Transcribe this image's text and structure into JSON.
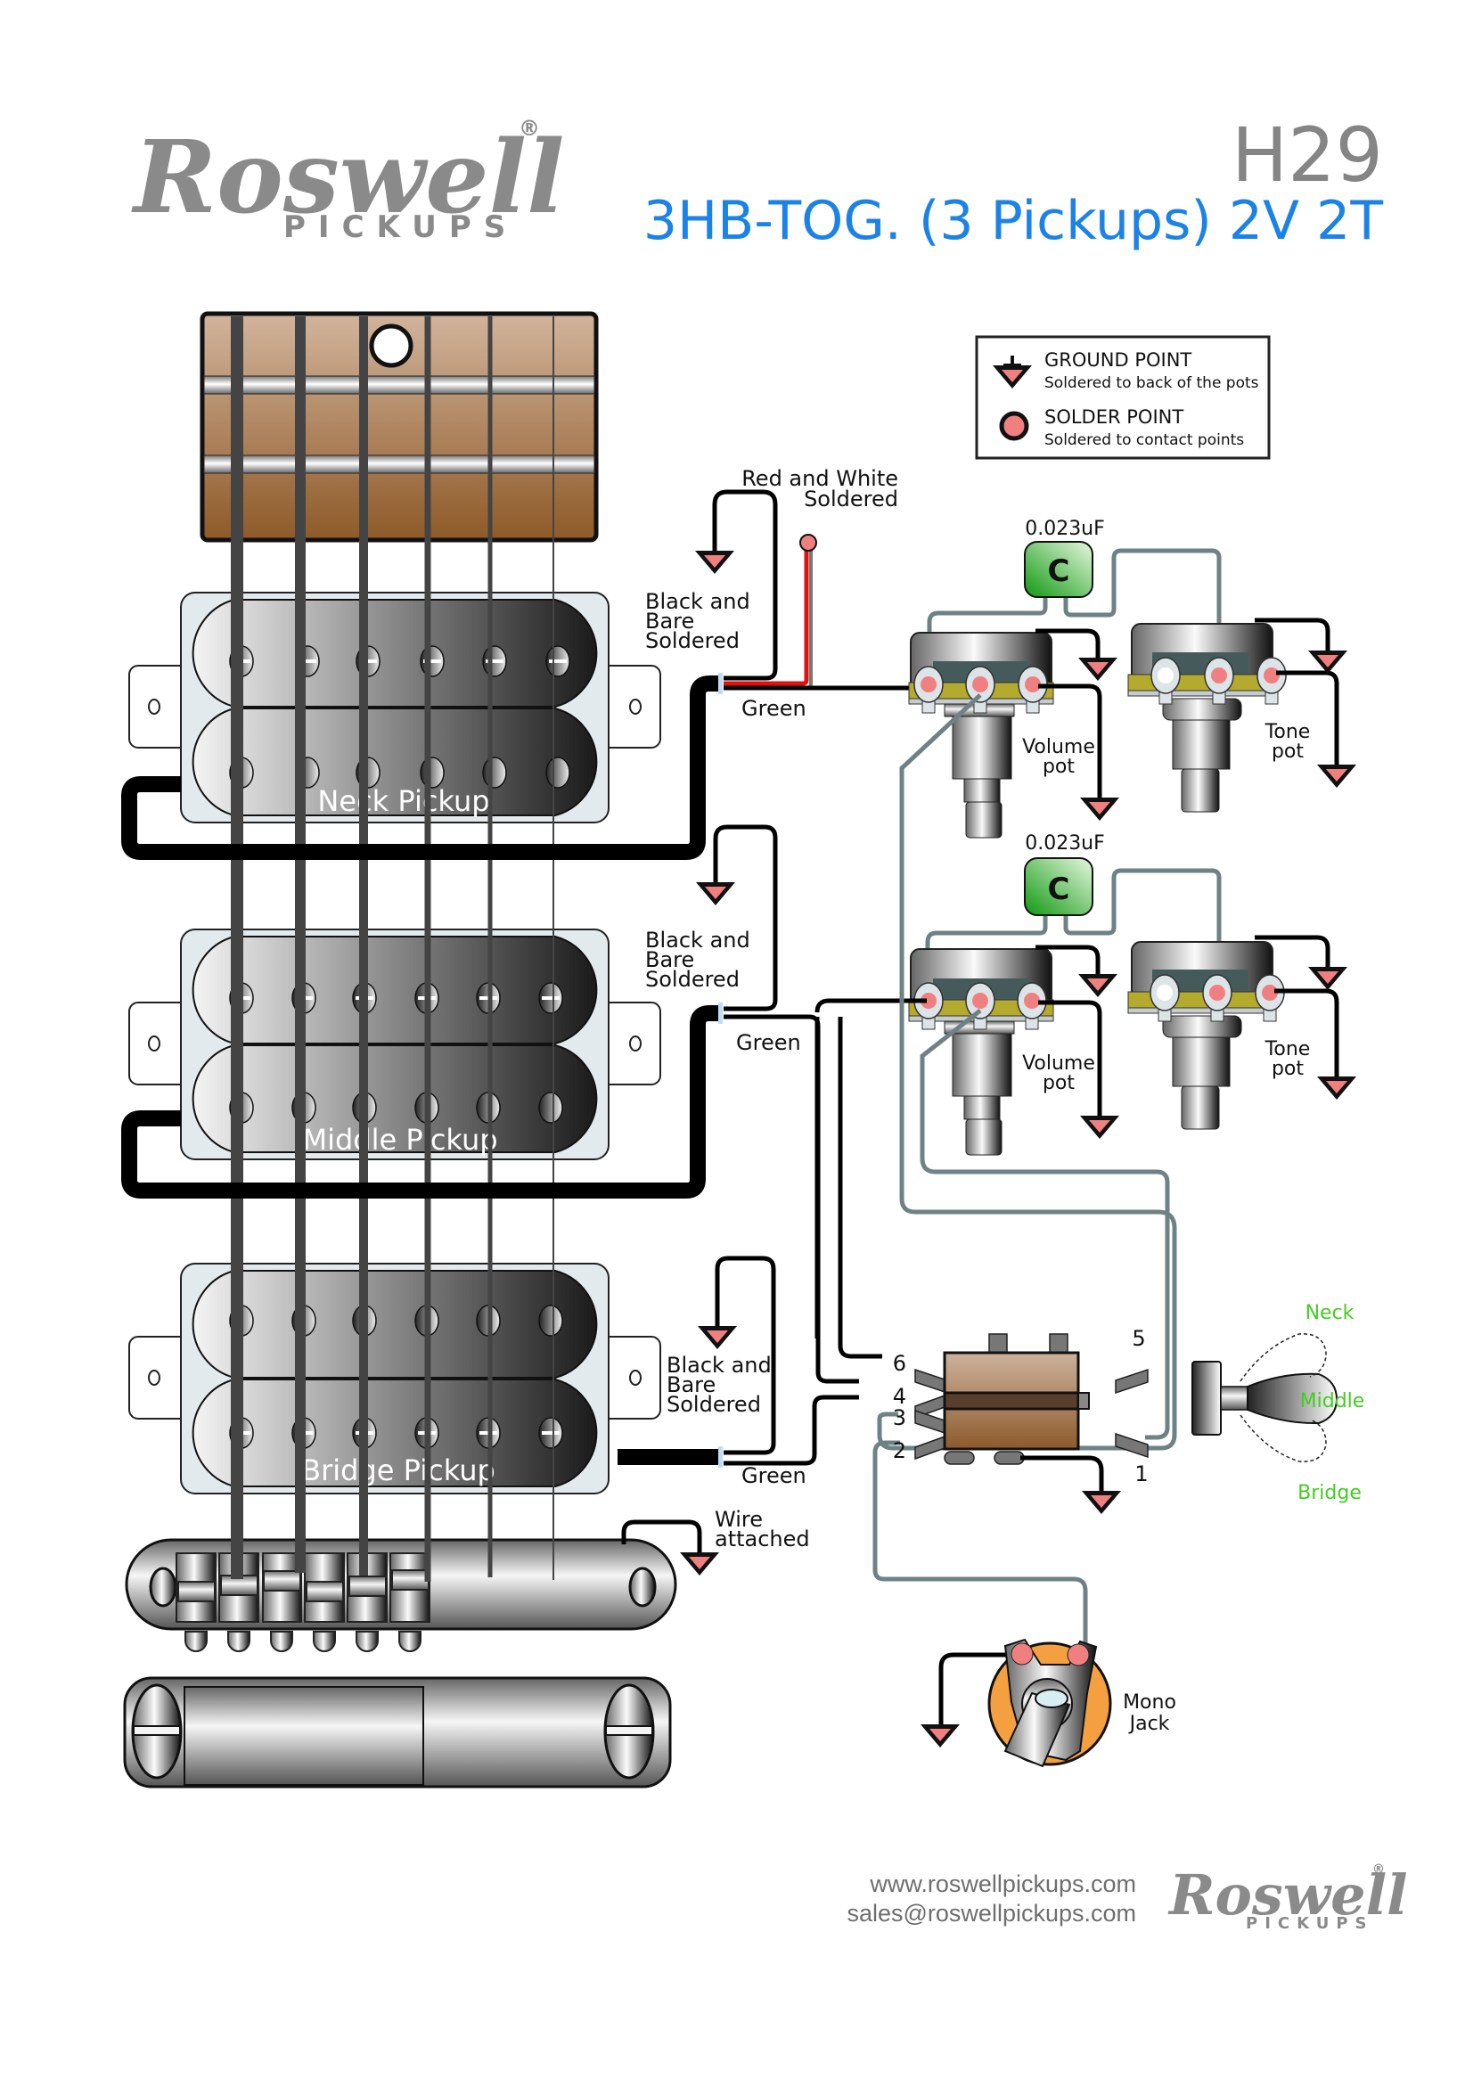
{
  "header": {
    "brand": "Roswell",
    "brand_sub": "PICKUPS",
    "registered": "®",
    "model_code": "H29",
    "subtitle": "3HB-TOG. (3 Pickups) 2V 2T"
  },
  "legend": {
    "ground_title": "GROUND POINT",
    "ground_desc": "Soldered to back of  the pots",
    "solder_title": "SOLDER POINT",
    "solder_desc": "Soldered to contact points"
  },
  "pickups": [
    {
      "name": "Neck Pickup",
      "ground_note": [
        "Black and",
        "Bare",
        "Soldered"
      ],
      "hot_wire": "Green"
    },
    {
      "name": "Middle Pickup",
      "ground_note": [
        "Black and",
        "Bare",
        "Soldered"
      ],
      "hot_wire": "Green"
    },
    {
      "name": "Bridge Pickup",
      "ground_note": [
        "Black and",
        "Bare",
        "Soldered"
      ],
      "hot_wire": "Green"
    }
  ],
  "neck_series_note": [
    "Red and White",
    "Soldered"
  ],
  "bridge_note": [
    "Wire",
    "attached"
  ],
  "controls": [
    {
      "cap_value": "0.023uF",
      "cap_label": "C",
      "volume_label": [
        "Volume",
        "pot"
      ],
      "tone_label": [
        "Tone",
        "pot"
      ]
    },
    {
      "cap_value": "0.023uF",
      "cap_label": "C",
      "volume_label": [
        "Volume",
        "pot"
      ],
      "tone_label": [
        "Tone",
        "pot"
      ]
    }
  ],
  "switch": {
    "lugs": [
      "6",
      "4",
      "3",
      "2",
      "5",
      "1"
    ],
    "positions": [
      "Neck",
      "Middle",
      "Bridge"
    ]
  },
  "jack": {
    "label": [
      "Mono",
      "Jack"
    ]
  },
  "footer": {
    "website": "www.roswellpickups.com",
    "email": "sales@roswellpickups.com",
    "brand": "Roswell",
    "brand_sub": "PICKUPS",
    "registered": "®"
  },
  "colors": {
    "title_blue": "#1b82e8",
    "ground_fill": "#f08080",
    "wire_gray": "#6e8286",
    "cap_green": "#22aa22",
    "switch_text": "#44cc22"
  }
}
